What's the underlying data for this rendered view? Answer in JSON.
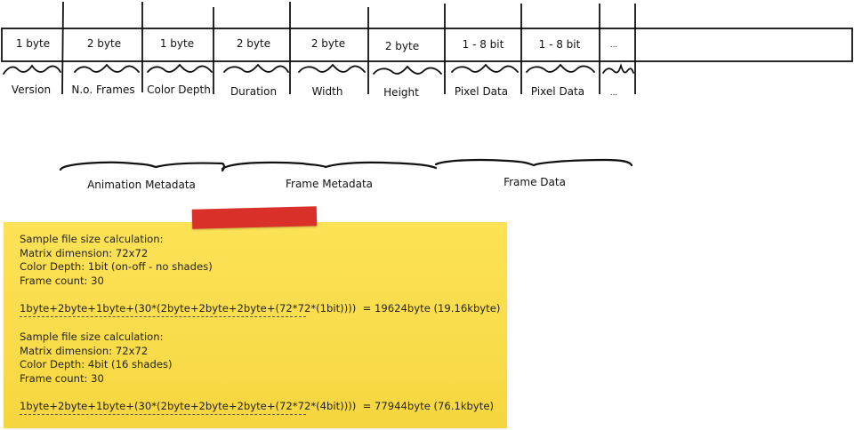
{
  "fields": [
    {
      "size": "1 byte",
      "label": "Version"
    },
    {
      "size": "2 byte",
      "label": "N.o. Frames"
    },
    {
      "size": "1 byte",
      "label": "Color Depth"
    },
    {
      "size": "2 byte",
      "label": "Duration"
    },
    {
      "size": "2 byte",
      "label": "Width"
    },
    {
      "size": "2 byte",
      "label": "Height"
    },
    {
      "size": "1 - 8 bit",
      "label": "Pixel Data"
    },
    {
      "size": "1 - 8 bit",
      "label": "Pixel Data"
    },
    {
      "size": "...",
      "label": "..."
    }
  ],
  "groups": [
    "Animation Metadata",
    "Frame Metadata",
    "Frame Data"
  ],
  "note": {
    "blocks": [
      {
        "heading": "Sample file size calculation:",
        "matrix": "Matrix dimension: 72x72",
        "depth": "Color Depth: 1bit (on-off - no shades)",
        "frames": "Frame count: 30",
        "formula": "1byte+2byte+1byte+(30*(2byte+2byte+2byte+(72*72*(1bit))))  = 19624byte (19.16kbyte)"
      },
      {
        "heading": "Sample file size calculation:",
        "matrix": "Matrix dimension: 72x72",
        "depth": "Color Depth: 4bit (16 shades)",
        "frames": "Frame count: 30",
        "formula": "1byte+2byte+1byte+(30*(2byte+2byte+2byte+(72*72*(4bit))))  = 77944byte (76.1kbyte)"
      }
    ]
  },
  "colors": {
    "note": "#fde257",
    "tape": "#d9302a",
    "ink": "#111111"
  }
}
